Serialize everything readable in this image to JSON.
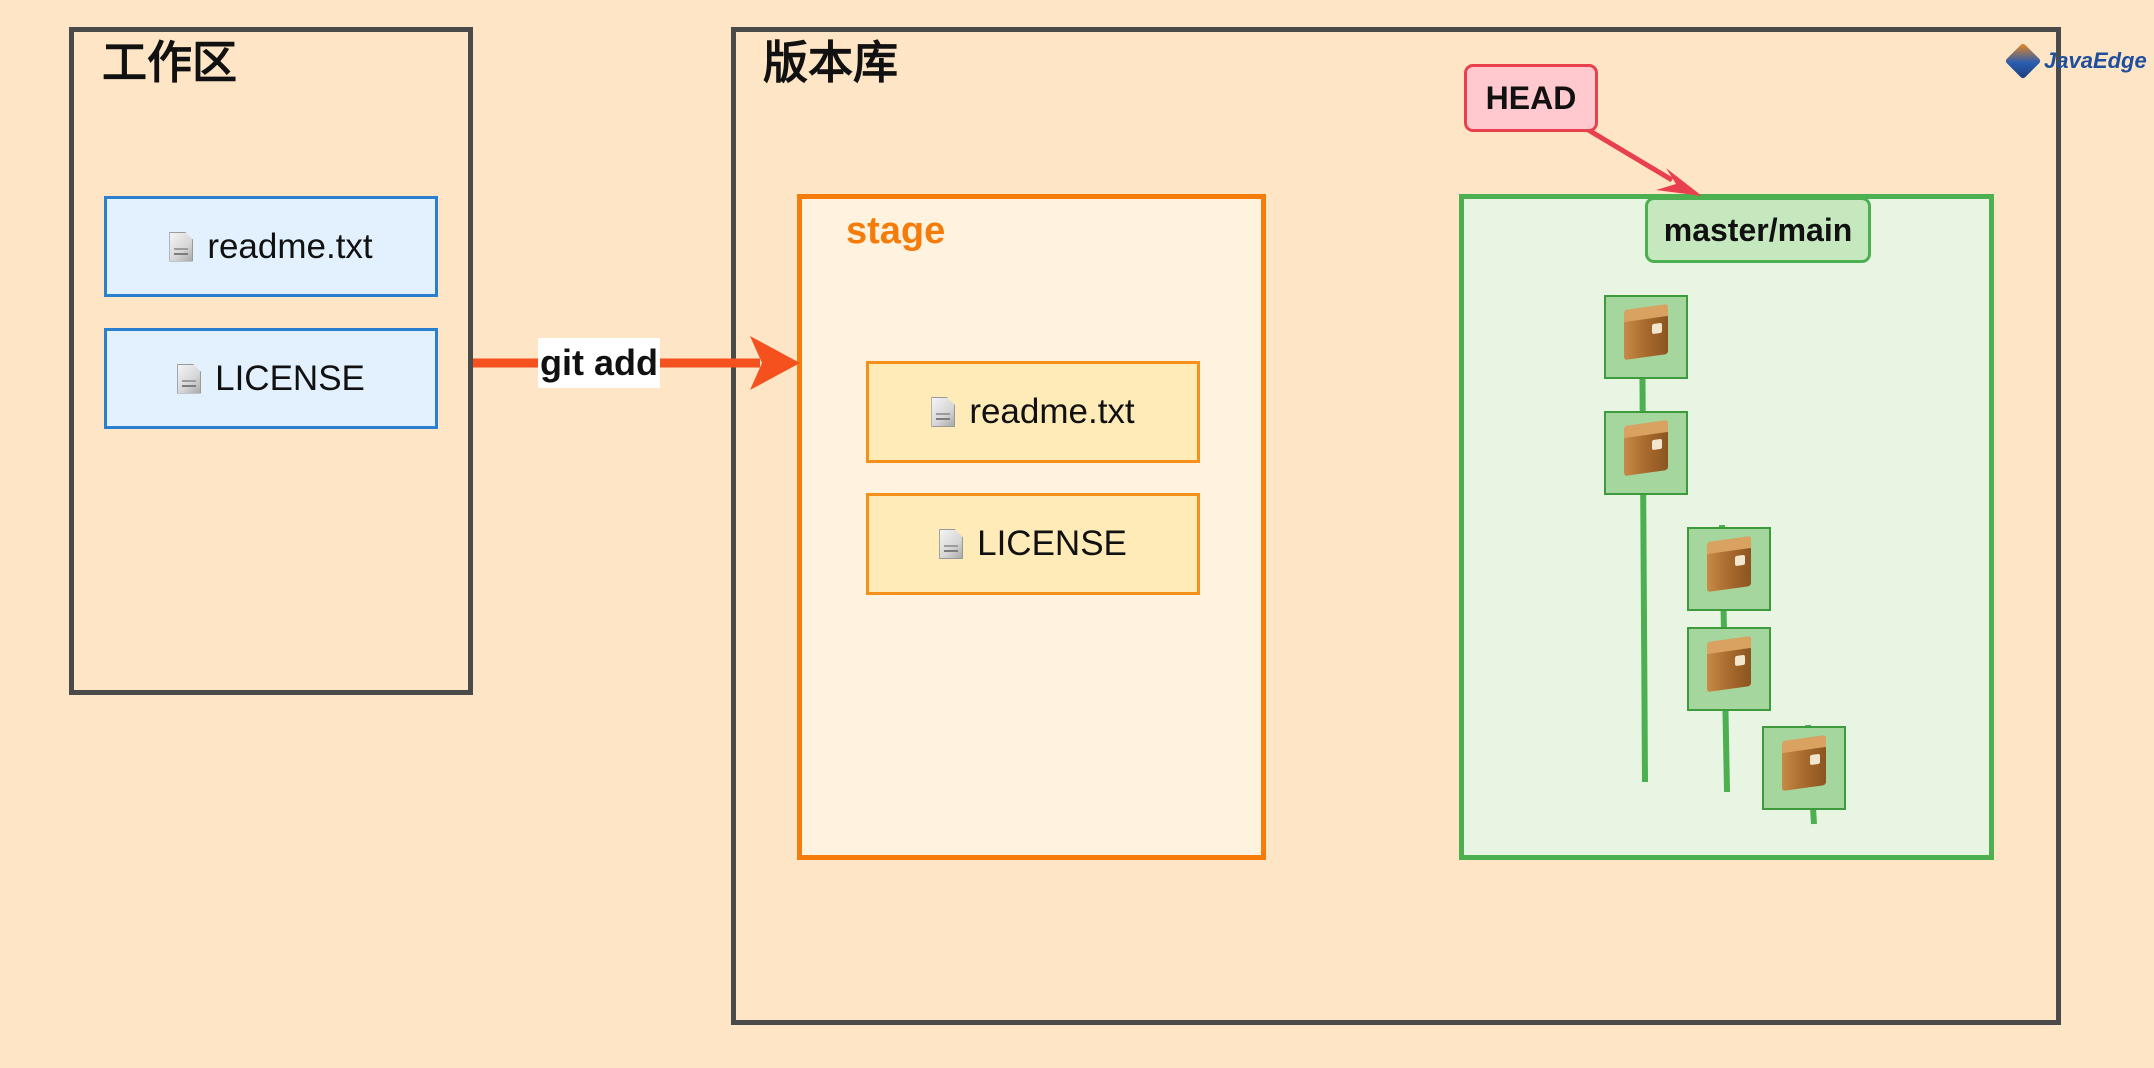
{
  "workspace": {
    "title": "工作区",
    "files": [
      "readme.txt",
      "LICENSE"
    ]
  },
  "arrow": {
    "label": "git add"
  },
  "repository": {
    "title": "版本库",
    "stage": {
      "title": "stage",
      "files": [
        "readme.txt",
        "LICENSE"
      ]
    },
    "branch": {
      "head_label": "HEAD",
      "name": "master/main",
      "commit_count": 5
    }
  },
  "logo": {
    "text": "JavaEdge"
  },
  "colors": {
    "background": "#fde5c6",
    "workspace_file_fill": "#e3f1fe",
    "workspace_file_border": "#2b7fcf",
    "stage_border": "#f57c0a",
    "stage_fill": "#fff3df",
    "stage_file_fill": "#feebb8",
    "branch_border": "#4caf50",
    "branch_fill": "#e9f5e3",
    "head_fill": "#ffc9cf",
    "head_border": "#e8414d",
    "arrow": "#f4511e"
  }
}
